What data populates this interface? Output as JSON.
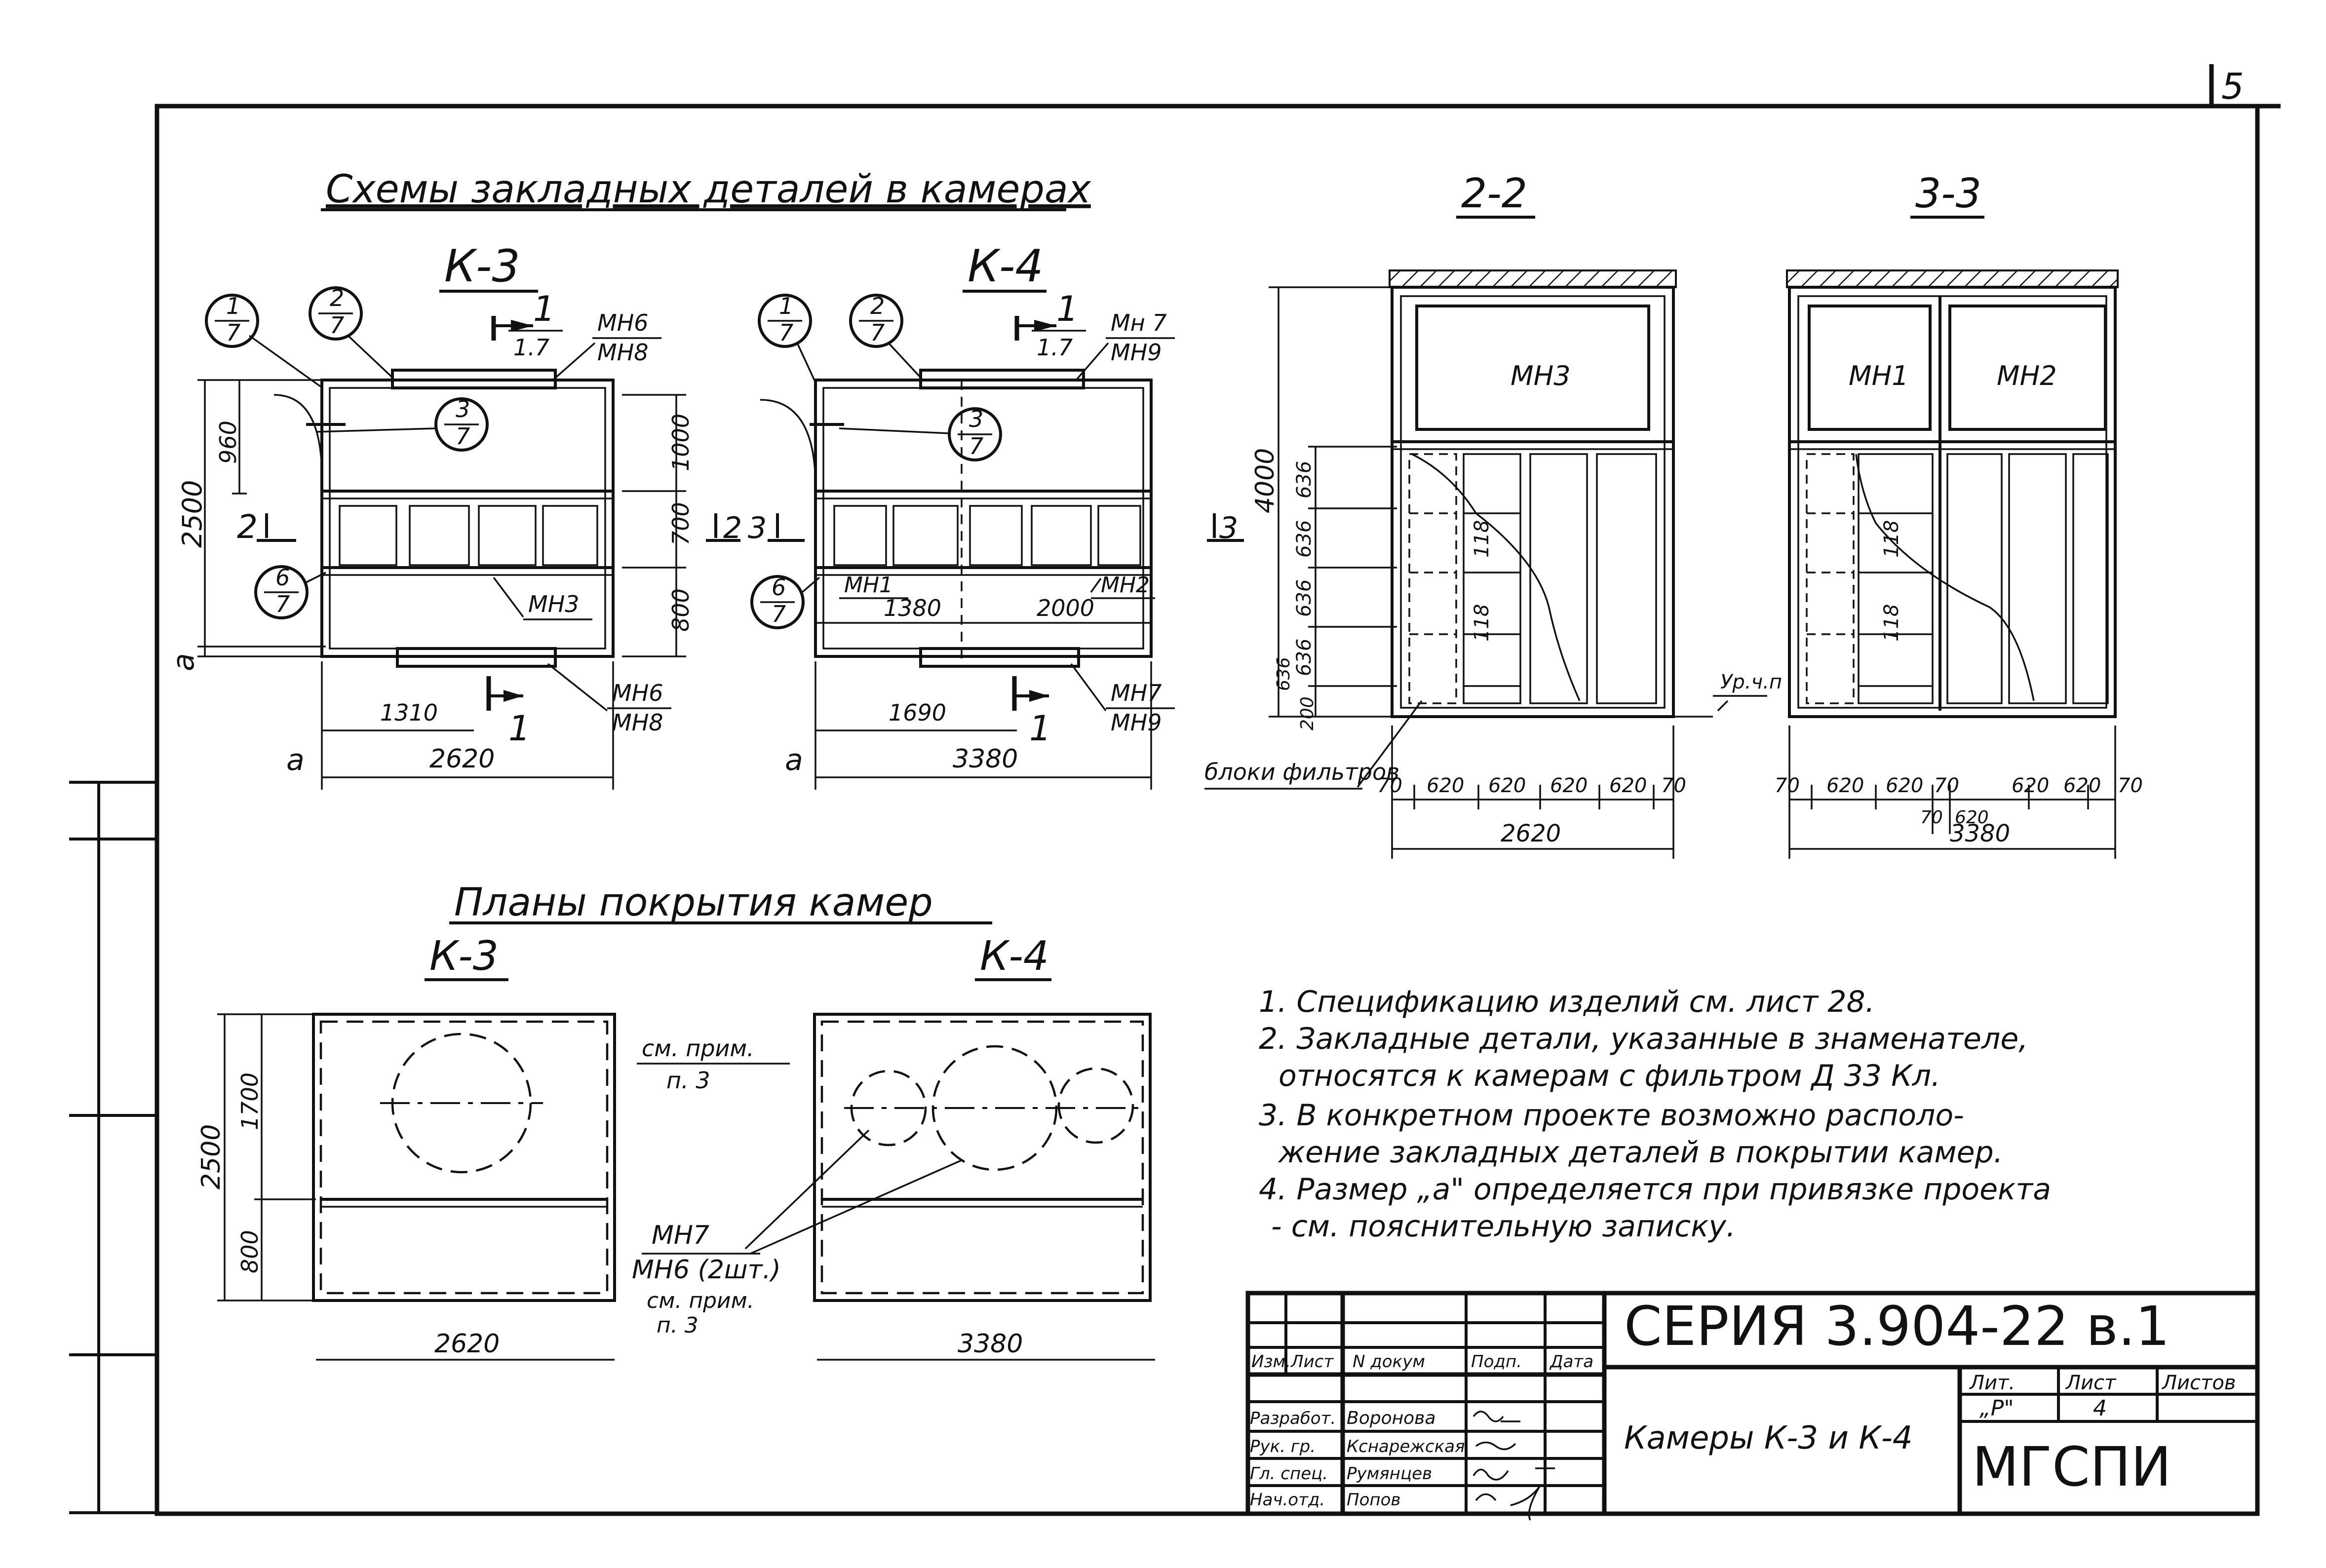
{
  "page_number": "5",
  "schemes_title": "Схемы закладных деталей в камерах",
  "plans_title": "Планы покрытия камер",
  "k3": {
    "label": "К-3",
    "balloons": [
      [
        "1",
        "7"
      ],
      [
        "2",
        "7"
      ],
      [
        "3",
        "7"
      ],
      [
        "6",
        "7"
      ]
    ],
    "section_cut": "1",
    "section_sheet": "1.7",
    "top_parts": [
      "МН6",
      "МН8"
    ],
    "bottom_parts": [
      "МН6",
      "МН8"
    ],
    "panel_part": "МН3",
    "dims_left": [
      "960",
      "2500"
    ],
    "dims_right": [
      "1000",
      "700",
      "800"
    ],
    "dim_a": "а",
    "dim_offset": "1310",
    "dim_width": "2620",
    "cut_2": "2"
  },
  "k4": {
    "label": "К-4",
    "balloons": [
      [
        "1",
        "7"
      ],
      [
        "2",
        "7"
      ],
      [
        "3",
        "7"
      ],
      [
        "6",
        "7"
      ]
    ],
    "section_cut": "1",
    "section_sheet": "1.7",
    "top_parts": [
      "Мн 7",
      "МН9"
    ],
    "bottom_parts": [
      "МН7",
      "МН9"
    ],
    "panel_parts": [
      "МН1",
      "МН2"
    ],
    "dims_inner": [
      "1380",
      "2000"
    ],
    "dim_a": "а",
    "dim_offset": "1690",
    "dim_width": "3380",
    "cut_2": "2",
    "cut_3": "3"
  },
  "sec22": {
    "label": "2-2",
    "panel": "МН3",
    "height": "4000",
    "rows": [
      "636",
      "636",
      "636",
      "636",
      "636"
    ],
    "bottom_offset": "200",
    "spacing": [
      "118",
      "118"
    ],
    "filter_blocks": "блоки фильтров",
    "dims": [
      "70",
      "620",
      "620",
      "620",
      "620",
      "70"
    ],
    "width": "2620",
    "cut_3": "3"
  },
  "sec33": {
    "label": "3-3",
    "panels": [
      "МН1",
      "МН2"
    ],
    "level": "Ур.ч.п",
    "spacing": [
      "118",
      "118"
    ],
    "dims": [
      "70",
      "620",
      "620",
      "70",
      "620",
      "620",
      "70"
    ],
    "dims_extra": [
      "70",
      "620"
    ],
    "width": "3380"
  },
  "plan_k3": {
    "label": "К-3",
    "dims_left": [
      "2500",
      "1700",
      "800"
    ],
    "width": "2620",
    "note": [
      "см. прим.",
      "п. 3"
    ]
  },
  "plan_k4": {
    "label": "К-4",
    "width": "3380",
    "parts": [
      "МН7",
      "МН6 (2шт.)",
      "см. прим.",
      "п. 3"
    ]
  },
  "notes": [
    "1. Спецификацию изделий см. лист 28.",
    "2. Закладные детали, указанные в знаменателе,",
    "относятся к камерам с фильтром Д 33 Кл.",
    "3. В конкретном проекте возможно располо-",
    "жение закладных деталей в покрытии камер.",
    "4. Размер „а\" определяется при привязке проекта",
    "- см. пояснительную записку."
  ],
  "title_block": {
    "series": "СЕРИЯ 3.904-22 в.1",
    "headers": [
      "Изм.",
      "Лист",
      "N докум",
      "Подп.",
      "Дата"
    ],
    "rows": [
      [
        "Разработ.",
        "Воронова"
      ],
      [
        "Рук. гр.",
        "Кснарежская"
      ],
      [
        "Гл. спец.",
        "Румянцев"
      ],
      [
        "Нач.отд.",
        "Попов"
      ]
    ],
    "name": "Камеры К-3 и К-4",
    "lit_label": "Лит.",
    "sheet_label": "Лист",
    "sheets_label": "Листов",
    "lit_value": "„Р\"",
    "sheet_value": "4",
    "org": "МГСПИ"
  }
}
